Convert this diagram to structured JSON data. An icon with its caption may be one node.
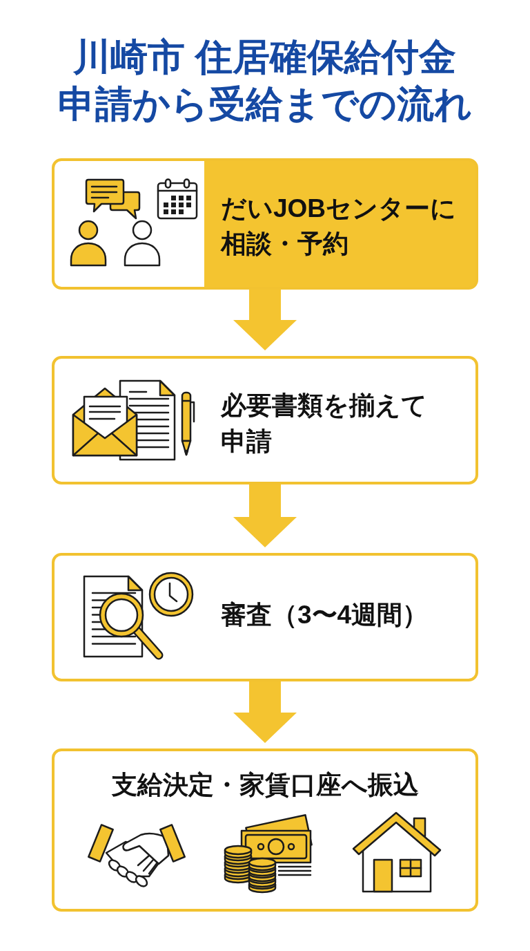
{
  "diagram": {
    "title": "川崎市 住居確保給付金申請から受給までの流れ",
    "nodes": [
      {
        "text": [
          "だいJOBセンターに相談・予約"
        ]
      },
      {
        "text": [
          "必要書類を揃えて申請"
        ]
      },
      {
        "text": [
          "審査（3〜4週間）"
        ]
      },
      {
        "text": [
          "支給決定・家賃口座へ振込"
        ]
      }
    ],
    "edges": [
      {
        "from": 0,
        "to": 1,
        "arrow": "to"
      },
      {
        "from": 1,
        "to": 2,
        "arrow": "to"
      },
      {
        "from": 2,
        "to": 3,
        "arrow": "to"
      }
    ]
  }
}
